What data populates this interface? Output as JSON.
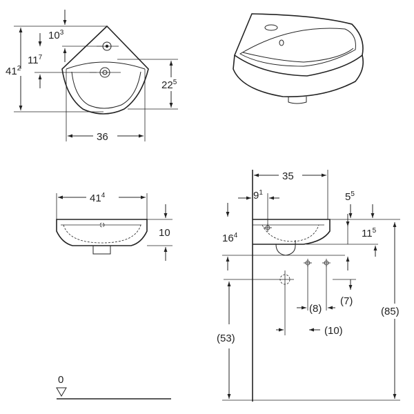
{
  "top_view": {
    "dim_103": {
      "main": "10",
      "sup": "3"
    },
    "dim_117": {
      "main": "11",
      "sup": "7"
    },
    "dim_412": {
      "main": "41",
      "sup": "2"
    },
    "dim_225": {
      "main": "22",
      "sup": "5"
    },
    "dim_36": {
      "main": "36"
    }
  },
  "front_view": {
    "dim_414": {
      "main": "41",
      "sup": "4"
    },
    "dim_10": {
      "main": "10"
    }
  },
  "side_view": {
    "dim_35": {
      "main": "35"
    },
    "dim_91": {
      "main": "9",
      "sup": "1"
    },
    "dim_55": {
      "main": "5",
      "sup": "5"
    },
    "dim_164": {
      "main": "16",
      "sup": "4"
    },
    "dim_115": {
      "main": "11",
      "sup": "5"
    },
    "dim_85": {
      "main": "(85)"
    },
    "dim_53": {
      "main": "(53)"
    },
    "dim_8": {
      "main": "(8)"
    },
    "dim_7": {
      "main": "(7)"
    },
    "dim_10p": {
      "main": "(10)"
    }
  },
  "floor": {
    "label": "0"
  }
}
